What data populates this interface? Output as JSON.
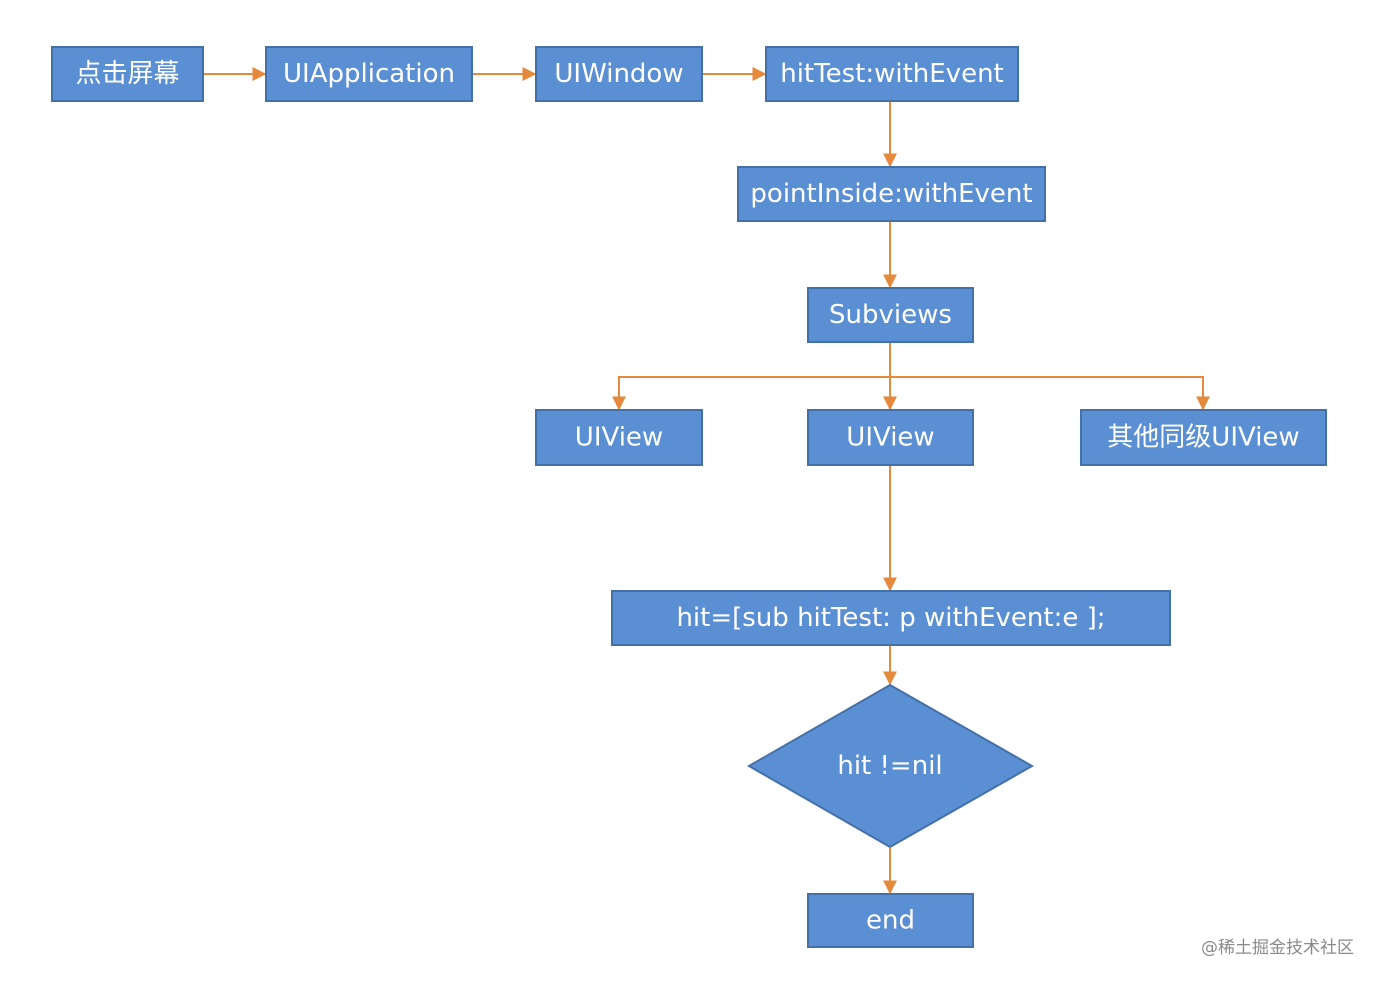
{
  "nodes": {
    "tap_screen": "点击屏幕",
    "ui_application": "UIApplication",
    "ui_window": "UIWindow",
    "hit_test": "hitTest:withEvent",
    "point_inside": "pointInside:withEvent",
    "subviews": "Subviews",
    "uiview_left": "UIView",
    "uiview_center": "UIView",
    "sibling_uiview": "其他同级UIView",
    "hit_call": "hit=[sub hitTest: p withEvent:e ];",
    "hit_not_nil": "hit !=nil",
    "end": "end"
  },
  "colors": {
    "node_fill": "#5b8fd4",
    "node_stroke": "#4470a8",
    "edge": "#e58a3c",
    "text": "#ffffff"
  },
  "watermark": "@稀土掘金技术社区"
}
